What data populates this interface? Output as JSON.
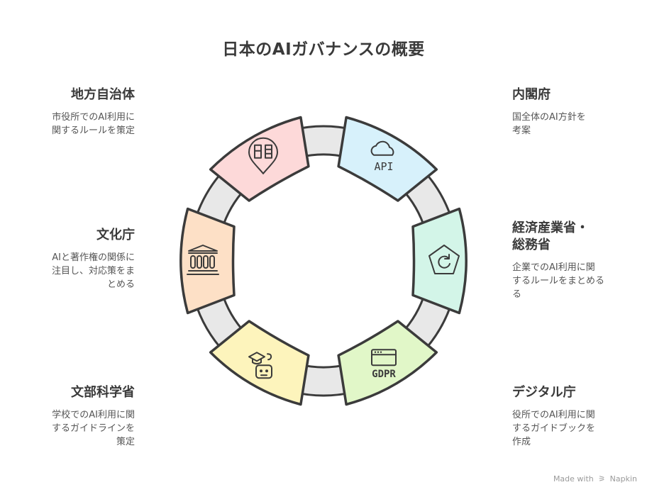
{
  "title": "日本のAIガバナンスの概要",
  "segments": [
    {
      "name": "内閣府",
      "desc_lines": [
        "国全体のAI方針を",
        "考案"
      ],
      "color": "#d7f1fb",
      "icon": "cloud-api-icon",
      "icon_text": "API"
    },
    {
      "name_lines": [
        "経済産業省・",
        "総務省"
      ],
      "desc_lines": [
        "企業でのAI利用に関",
        "するルールをまとめる",
        "る"
      ],
      "color": "#d3f5e8",
      "icon": "pentagon-refresh-icon"
    },
    {
      "name": "デジタル庁",
      "desc_lines": [
        "役所でのAI利用に関",
        "するガイドブックを",
        "作成"
      ],
      "color": "#e1f7c8",
      "icon": "browser-gdpr-icon",
      "icon_text": "GDPR"
    },
    {
      "name": "文部科学省",
      "desc_lines": [
        "学校でのAI利用に関",
        "するガイドラインを",
        "策定"
      ],
      "color": "#fdf4bc",
      "icon": "graduation-robot-icon"
    },
    {
      "name": "文化庁",
      "desc_lines": [
        "AIと著作権の関係に",
        "注目し、対応策をま",
        "とめる"
      ],
      "color": "#fde0c6",
      "icon": "museum-columns-icon"
    },
    {
      "name": "地方自治体",
      "desc_lines": [
        "市役所でのAI利用に",
        "関するルールを策定"
      ],
      "color": "#fdd9d9",
      "icon": "map-pin-icon"
    }
  ],
  "footer": {
    "made_with": "Made with",
    "brand": "Napkin"
  }
}
